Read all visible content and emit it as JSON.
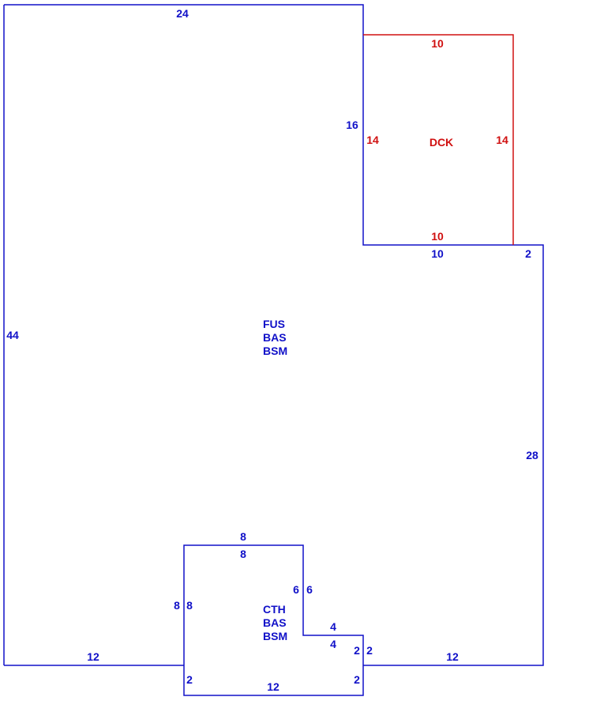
{
  "colors": {
    "main": "#1010c8",
    "deck": "#d01010",
    "background": "#ffffff"
  },
  "main_area": {
    "lines": [
      "FUS",
      "BAS",
      "BSM"
    ]
  },
  "cth_area": {
    "lines": [
      "CTH",
      "BAS",
      "BSM"
    ]
  },
  "deck_area": {
    "label": "DCK"
  },
  "dims": {
    "top": "24",
    "left": "44",
    "deck_left_outer": "16",
    "deck_bottom_outer": "10",
    "right_step": "2",
    "right": "28",
    "bottom_left": "12",
    "bottom_right": "12",
    "cth_top_out": "8",
    "cth_top_in": "8",
    "cth_left_out": "8",
    "cth_left_in": "8",
    "cth_right_a": "6",
    "cth_right_b": "6",
    "cth_step_out": "4",
    "cth_step_in": "4",
    "cth_side_a": "2",
    "cth_side_b": "2",
    "cth_lower_left": "2",
    "cth_bottom": "12",
    "cth_lower_right": "2"
  },
  "deck_dims": {
    "top": "10",
    "left": "14",
    "right": "14",
    "bottom": "10"
  }
}
